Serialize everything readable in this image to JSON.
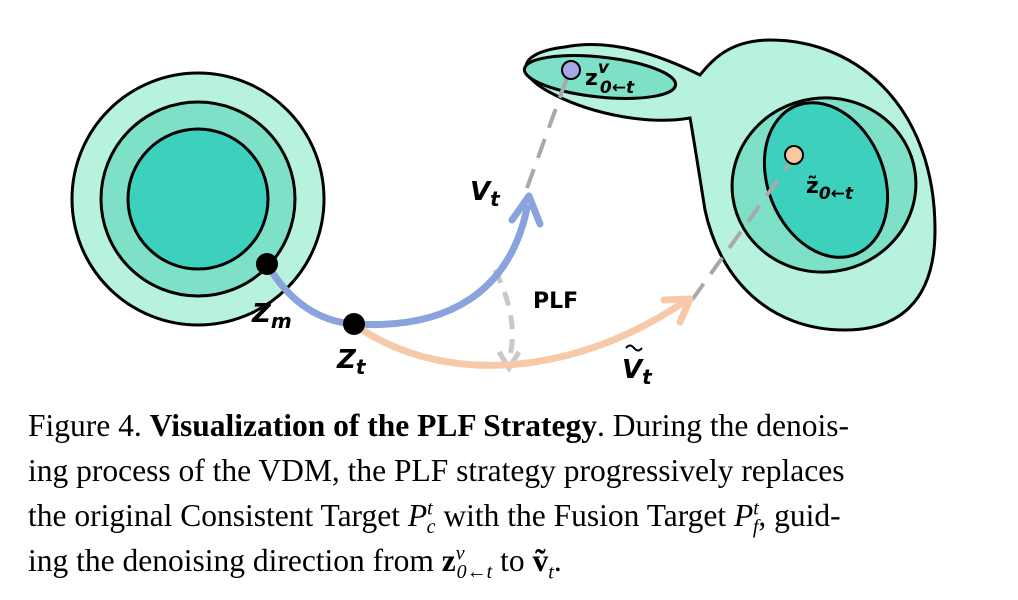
{
  "diagram": {
    "labels": {
      "zm": "Z",
      "zm_sub": "m",
      "zt": "Z",
      "zt_sub": "t",
      "vt": "V",
      "vt_sub": "t",
      "vt_tilde": "V",
      "vt_tilde_sub": "t",
      "plf": "PLF",
      "z_top": "z",
      "z_top_sup": "v",
      "z_top_sub": "0←t",
      "z_right": "z̃",
      "z_right_sub": "0←t"
    },
    "colors": {
      "ring_outer": "#b6f2dd",
      "ring_mid": "#7fe0c8",
      "ring_inner": "#3dd1bd",
      "blue_path": "#8aa3dc",
      "orange_path": "#f6c9a8",
      "dashed": "#a9a9a9",
      "dot_blue": "#a4a8e8",
      "dot_orange": "#f7c9a0"
    }
  },
  "caption": {
    "figure_number": "Figure 4.",
    "title": "Visualization of the PLF Strategy",
    "part1": ". During the denois-",
    "part2": "ing process of the VDM, the PLF strategy progressively replaces",
    "part3": "the original Consistent Target ",
    "pc": "P",
    "pc_sup": "t",
    "pc_sub": "c",
    "part4": " with the Fusion Target ",
    "pf": "P",
    "pf_sup": "t",
    "pf_sub": "f",
    "part5": ", guid-",
    "part6": "ing the denoising direction from ",
    "z": "z",
    "z_sup": "v",
    "z_sub": "0←t",
    "part7": " to ",
    "v": "ṽ",
    "v_sub": "t",
    "part8": "."
  }
}
